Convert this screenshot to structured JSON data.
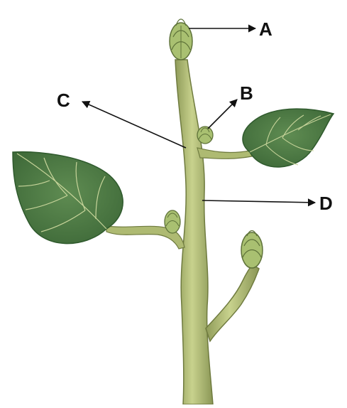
{
  "labels": {
    "a": "A",
    "b": "B",
    "c": "C",
    "d": "D"
  },
  "colors": {
    "stem": "#b9c47e",
    "stem_dark": "#7e8a4c",
    "leaf": "#4f7a45",
    "leaf_dark": "#2f5a2d",
    "vein": "#c7d49a",
    "bud": "#a9c071",
    "arrow": "#111111"
  }
}
